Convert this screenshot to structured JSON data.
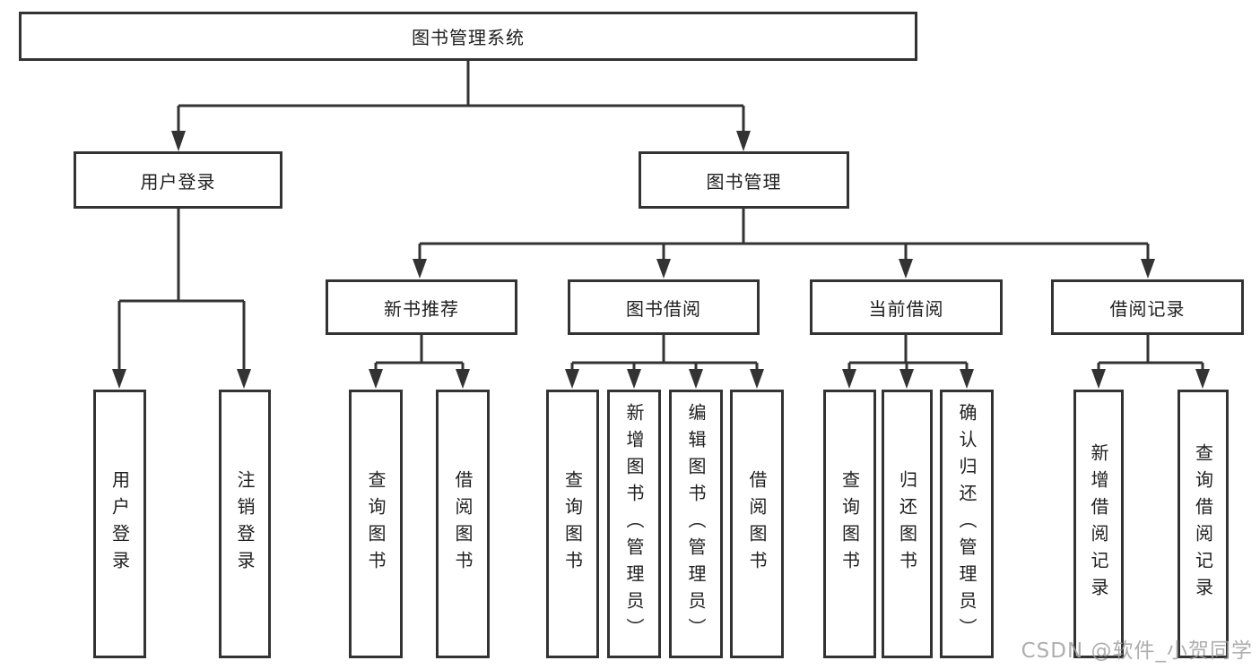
{
  "diagram": {
    "root": "图书管理系统",
    "user_login": {
      "label": "用户登录",
      "children": [
        "用户登录",
        "注销登录"
      ]
    },
    "book_management": {
      "label": "图书管理",
      "groups": [
        {
          "label": "新书推荐",
          "children": [
            "查询图书",
            "借阅图书"
          ]
        },
        {
          "label": "图书借阅",
          "children": [
            "查询图书",
            "新增图书（管理员）",
            "编辑图书（管理员）",
            "借阅图书"
          ]
        },
        {
          "label": "当前借阅",
          "children": [
            "查询图书",
            "归还图书",
            "确认归还（管理员）"
          ]
        },
        {
          "label": "借阅记录",
          "children": [
            "新增借阅记录",
            "查询借阅记录"
          ]
        }
      ]
    }
  },
  "watermark": "CSDN @软件_小贺同学",
  "colors": {
    "line": "#333333",
    "text": "#1f1f1f",
    "watermark": "#a0a0a0",
    "background": "#ffffff"
  }
}
